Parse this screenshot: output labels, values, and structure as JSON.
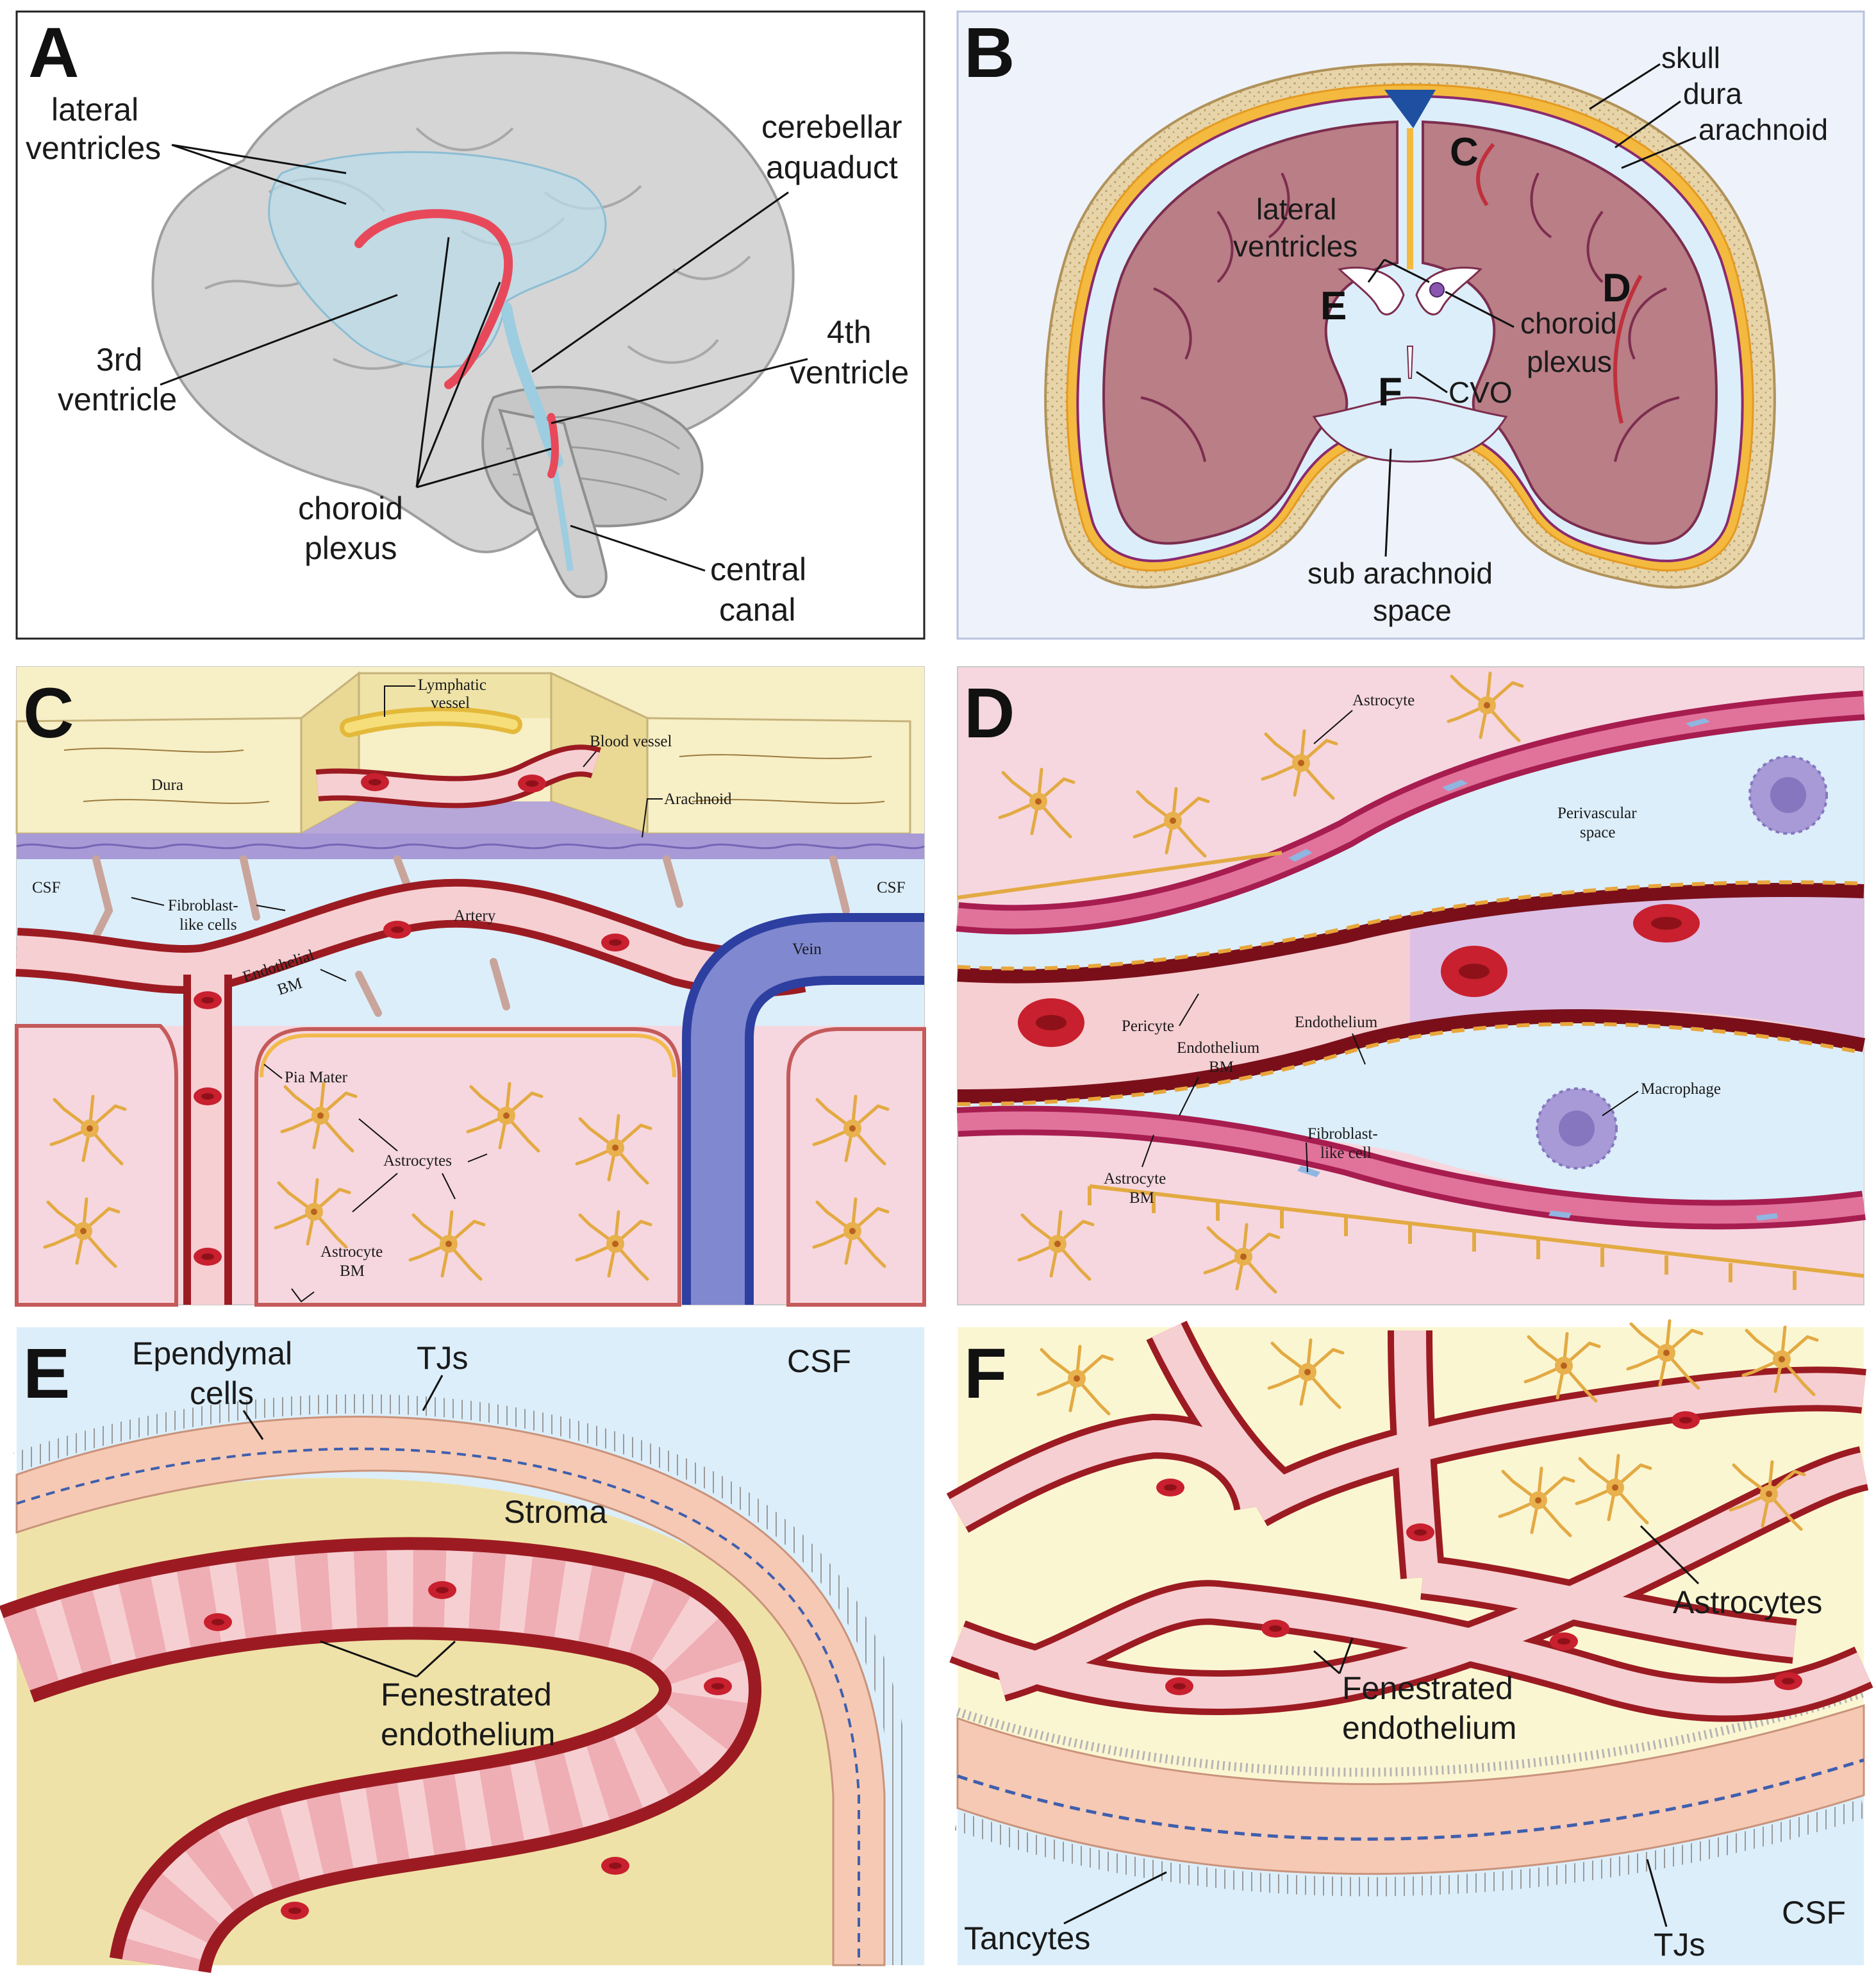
{
  "panels": {
    "A": {
      "letter": "A",
      "labels": {
        "lateral_ventricles_1": "lateral",
        "lateral_ventricles_2": "ventricles",
        "third_ventricle_1": "3rd",
        "third_ventricle_2": "ventricle",
        "cerebellar_aqueduct_1": "cerebellar",
        "cerebellar_aqueduct_2": "aquaduct",
        "fourth_ventricle_1": "4th",
        "fourth_ventricle_2": "ventricle",
        "choroid_plexus_1": "choroid",
        "choroid_plexus_2": "plexus",
        "central_canal_1": "central",
        "central_canal_2": "canal"
      }
    },
    "B": {
      "letter": "B",
      "labels": {
        "skull": "skull",
        "dura": "dura",
        "arachnoid": "arachnoid",
        "lateral_ventricles_1": "lateral",
        "lateral_ventricles_2": "ventricles",
        "choroid_plexus_1": "choroid",
        "choroid_plexus_2": "plexus",
        "cvo": "CVO",
        "subarachnoid_1": "sub arachnoid",
        "subarachnoid_2": "space",
        "ref_c": "C",
        "ref_d": "D",
        "ref_e": "E",
        "ref_f": "F"
      }
    },
    "C": {
      "letter": "C",
      "labels": {
        "lymphatic_1": "Lymphatic",
        "lymphatic_2": "vessel",
        "blood_vessel": "Blood vessel",
        "dura": "Dura",
        "arachnoid": "Arachnoid",
        "csf_left": "CSF",
        "csf_right": "CSF",
        "fibroblast_1": "Fibroblast-",
        "fibroblast_2": "like cells",
        "artery": "Artery",
        "endothelial_1": "Endothelial",
        "endothelial_2": "BM",
        "vein": "Vein",
        "pia_mater": "Pia Mater",
        "astrocytes": "Astrocytes",
        "astrocyte_bm_1": "Astrocyte",
        "astrocyte_bm_2": "BM"
      }
    },
    "D": {
      "letter": "D",
      "labels": {
        "astrocyte": "Astrocyte",
        "perivascular_1": "Perivascular",
        "perivascular_2": "space",
        "pericyte": "Pericyte",
        "endothelium": "Endothelium",
        "endothelium_bm_1": "Endothelium",
        "endothelium_bm_2": "BM",
        "macrophage": "Macrophage",
        "fibroblast_1": "Fibroblast-",
        "fibroblast_2": "like cell",
        "astrocyte_bm_1": "Astrocyte",
        "astrocyte_bm_2": "BM"
      }
    },
    "E": {
      "letter": "E",
      "labels": {
        "ependymal_1": "Ependymal",
        "ependymal_2": "cells",
        "tjs": "TJs",
        "csf": "CSF",
        "stroma": "Stroma",
        "fenestrated_1": "Fenestrated",
        "fenestrated_2": "endothelium"
      }
    },
    "F": {
      "letter": "F",
      "labels": {
        "astrocytes": "Astrocytes",
        "fenestrated_1": "Fenestrated",
        "fenestrated_2": "endothelium",
        "tancytes": "Tancytes",
        "tjs": "TJs",
        "csf": "CSF"
      }
    }
  },
  "colors": {
    "brain_grey": "#d9d9d9",
    "ventricle_blue": "#b9dbe8",
    "choroid_red": "#e8495a",
    "cortex_mauve": "#b97e86",
    "csf_blue": "#dceefa",
    "vessel_red": "#9c1b22",
    "vessel_pink": "#f6cfd2",
    "astro_yellow": "#e7b14b",
    "dura_yellow": "#f7efc6",
    "vein_blue": "#6b73c4"
  }
}
